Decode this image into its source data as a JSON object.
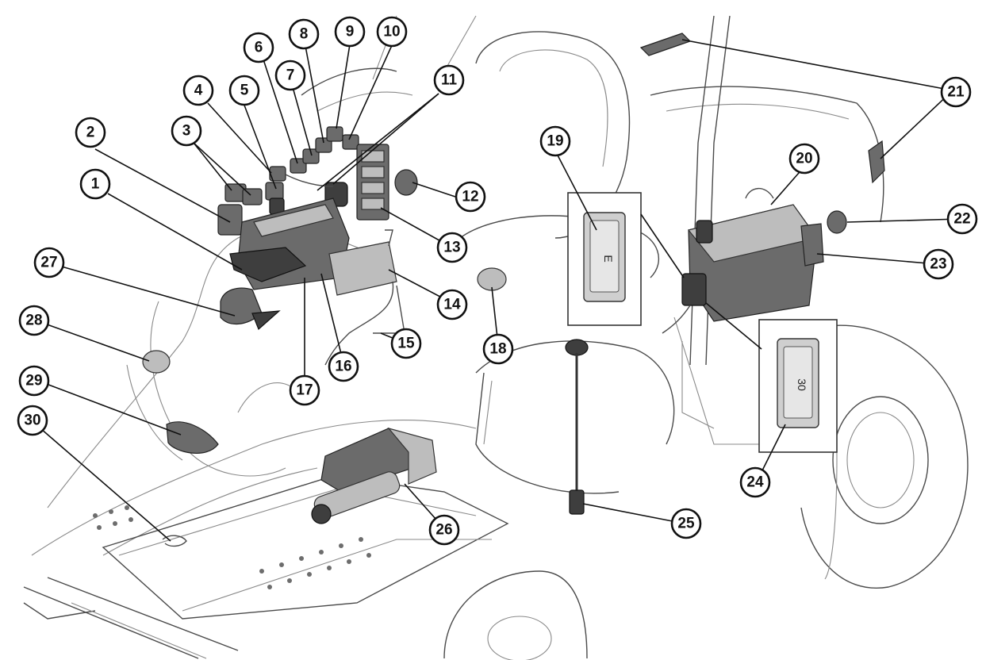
{
  "diagram": {
    "callouts": [
      "1",
      "2",
      "3",
      "4",
      "5",
      "6",
      "7",
      "8",
      "9",
      "10",
      "11",
      "12",
      "13",
      "14",
      "15",
      "16",
      "17",
      "18",
      "19",
      "20",
      "21",
      "22",
      "23",
      "24",
      "25",
      "26",
      "27",
      "28",
      "29",
      "30"
    ],
    "detail_labels": {
      "fuse_left": "E",
      "fuse_right": "30"
    },
    "colors": {
      "line": "#111111",
      "part_fill": "#6b6b6b",
      "background": "#ffffff"
    }
  }
}
